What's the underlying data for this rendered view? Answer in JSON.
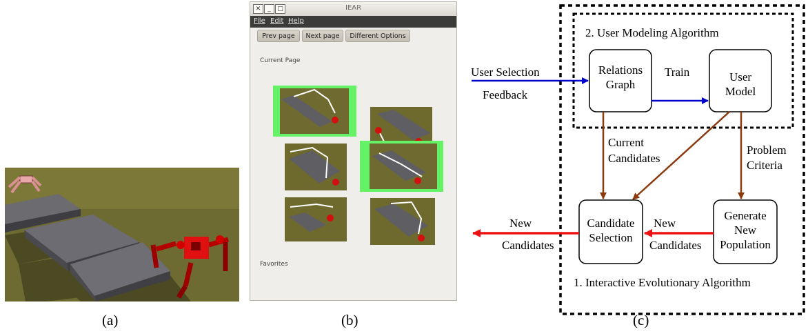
{
  "captions": {
    "a": "(a)",
    "b": "(b)",
    "c": "(c)"
  },
  "window": {
    "title": "IEAR",
    "titlebar_buttons": [
      "✕",
      "_",
      "□"
    ],
    "menu": [
      "File",
      "Edit",
      "Help"
    ],
    "toolbar": [
      "Prev page",
      "Next page",
      "Different Options"
    ],
    "current_page_label": "Current Page",
    "favorites_label": "Favorites",
    "highlight_color": "#66f266"
  },
  "diagram": {
    "outer_title": "1. Interactive Evolutionary Algorithm",
    "inner_title": "2. User Modeling Algorithm",
    "nodes": {
      "relations_graph": [
        "Relations",
        "Graph"
      ],
      "user_model": [
        "User",
        "Model"
      ],
      "candidate_selection": [
        "Candidate",
        "Selection"
      ],
      "generate_population": [
        "Generate",
        "New",
        "Population"
      ]
    },
    "edge_labels": {
      "user_selection": "User Selection",
      "feedback": "Feedback",
      "train": "Train",
      "current_candidates": [
        "Current",
        "Candidates"
      ],
      "problem_criteria": [
        "Problem",
        "Criteria"
      ],
      "new_candidates_in": [
        "New",
        "Candidates"
      ],
      "new_candidates_out": [
        "New",
        "Candidates"
      ]
    },
    "colors": {
      "blue": "#0000cc",
      "brown": "#8b3a10",
      "red": "#ee1111"
    }
  }
}
